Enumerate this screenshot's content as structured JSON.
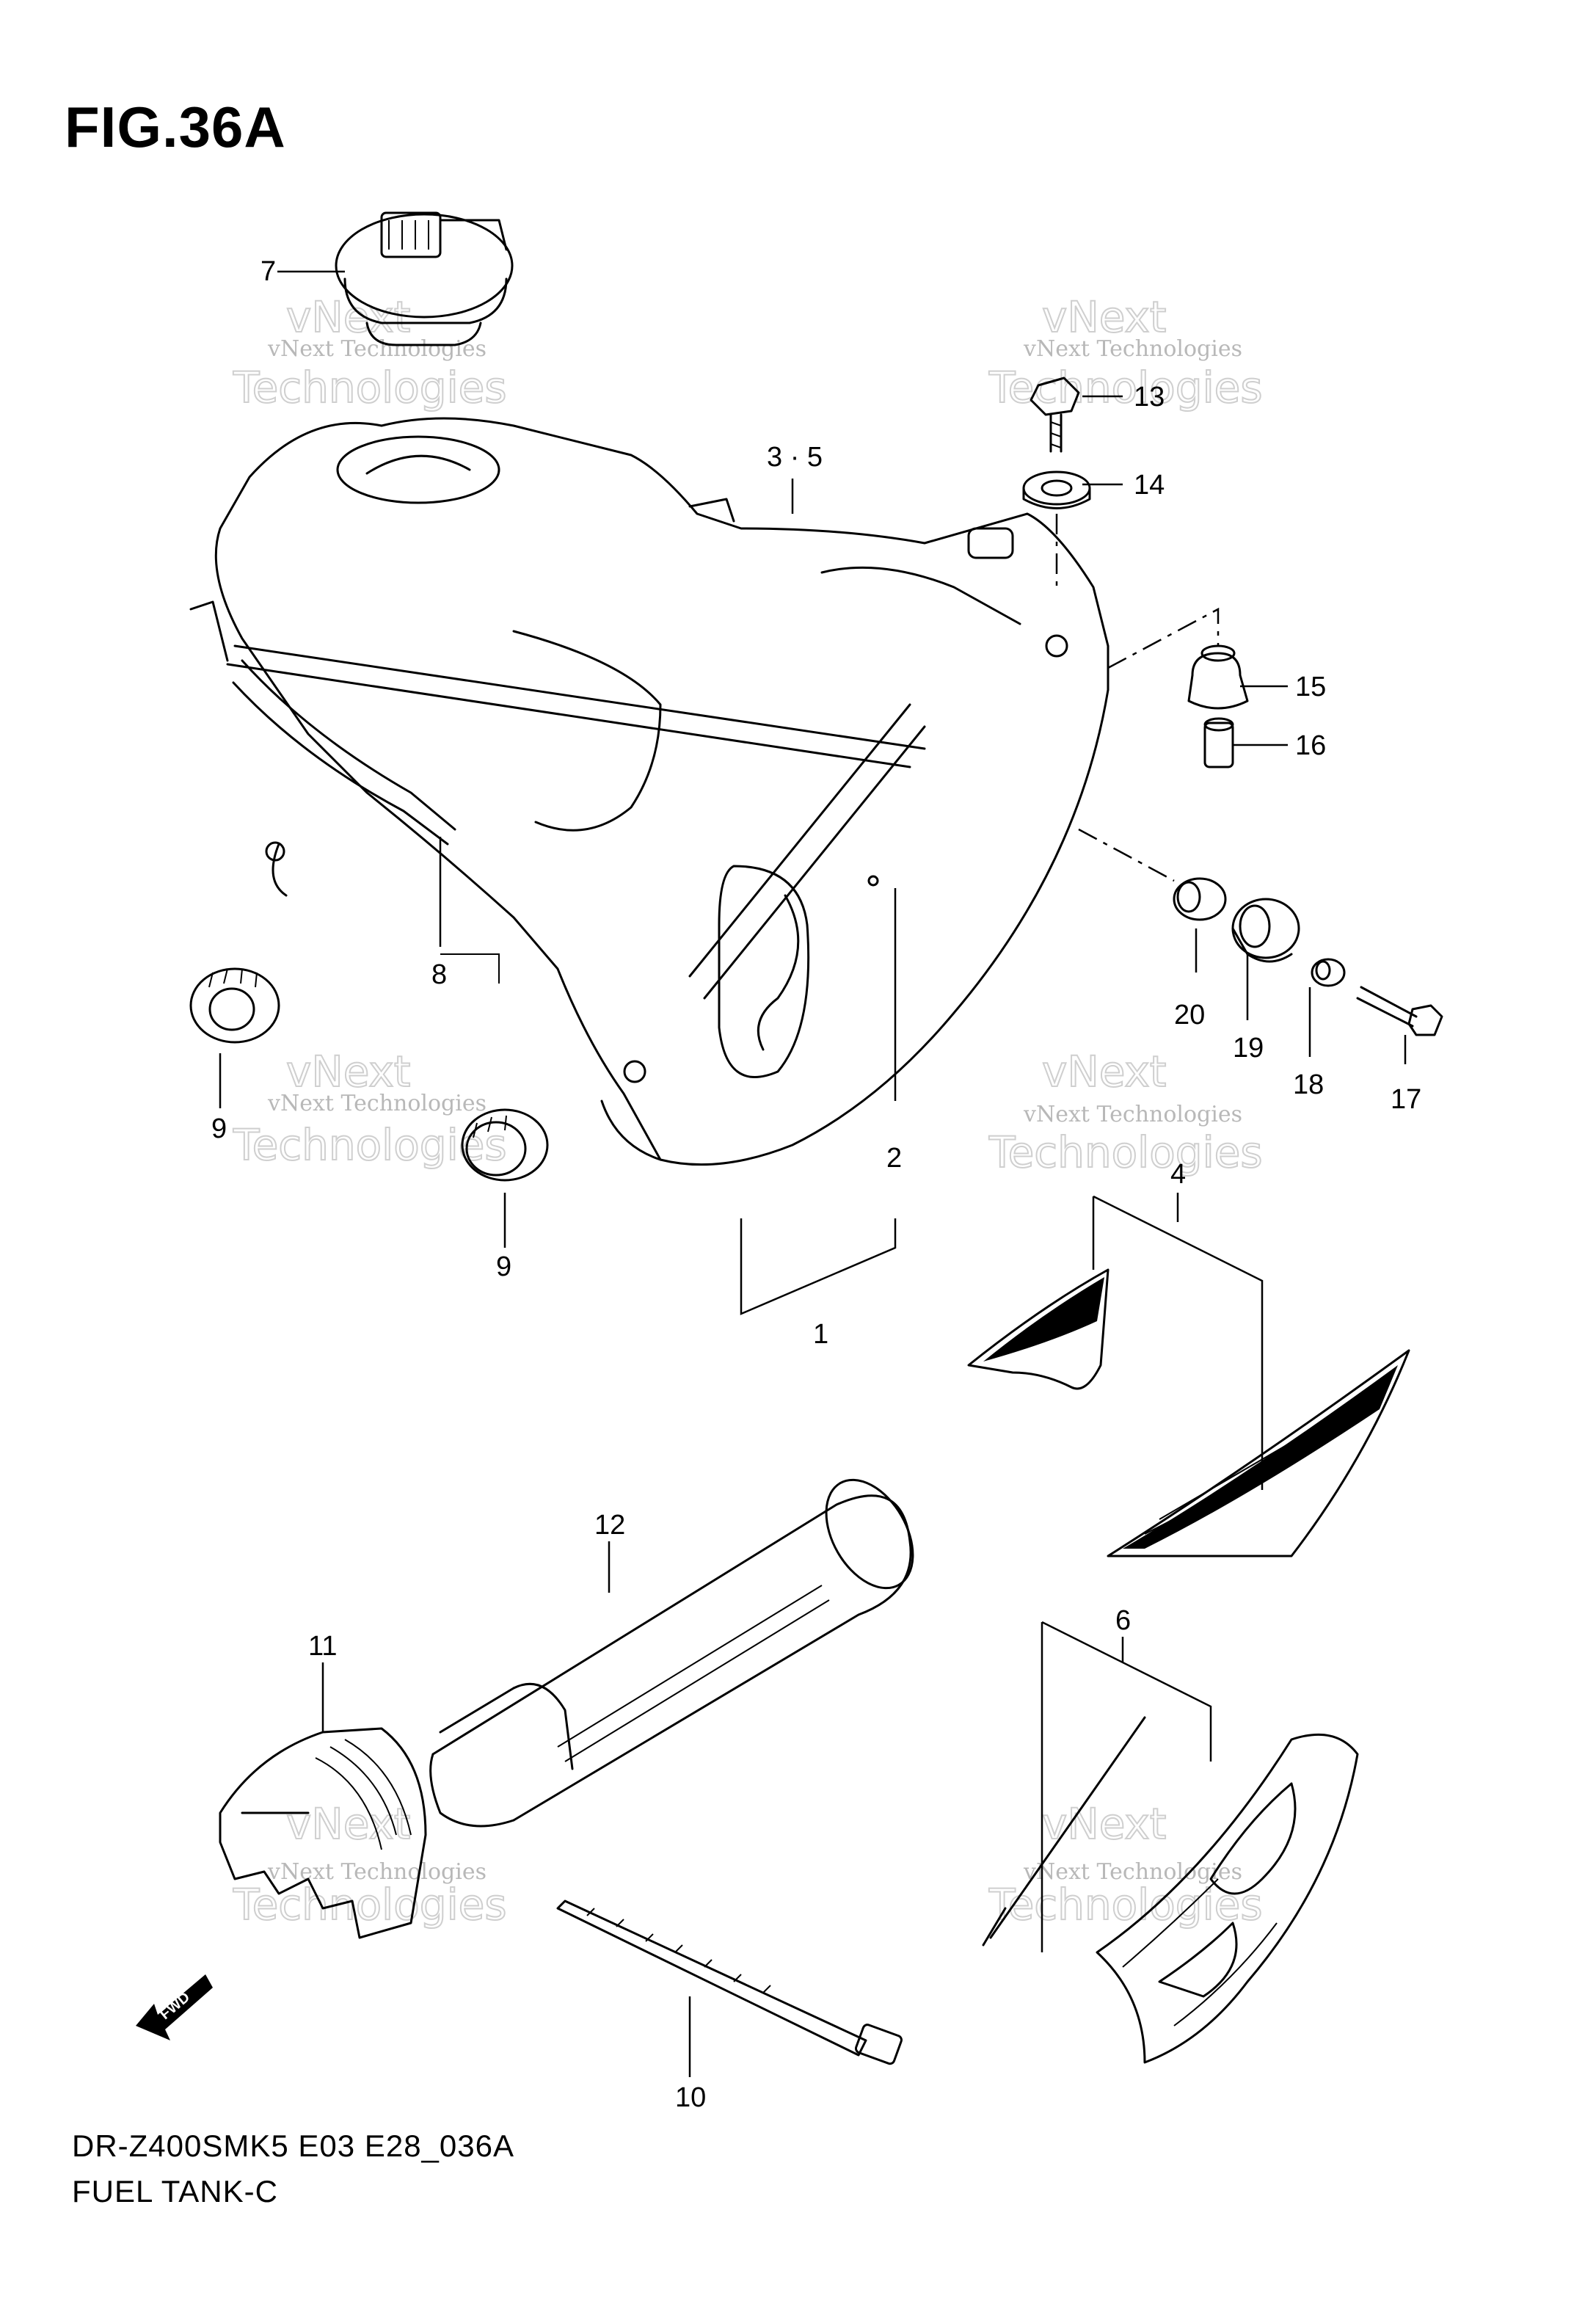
{
  "figure": {
    "title": "FIG.36A",
    "model_code": "DR-Z400SMK5 E03 E28_036A",
    "diagram_name": "FUEL TANK-C"
  },
  "callouts": [
    {
      "id": "c1",
      "label": "1"
    },
    {
      "id": "c2",
      "label": "2"
    },
    {
      "id": "c35",
      "label": "3 · 5"
    },
    {
      "id": "c4",
      "label": "4"
    },
    {
      "id": "c6",
      "label": "6"
    },
    {
      "id": "c7",
      "label": "7"
    },
    {
      "id": "c8",
      "label": "8"
    },
    {
      "id": "c9a",
      "label": "9"
    },
    {
      "id": "c9b",
      "label": "9"
    },
    {
      "id": "c10",
      "label": "10"
    },
    {
      "id": "c11",
      "label": "11"
    },
    {
      "id": "c12",
      "label": "12"
    },
    {
      "id": "c13",
      "label": "13"
    },
    {
      "id": "c14",
      "label": "14"
    },
    {
      "id": "c15",
      "label": "15"
    },
    {
      "id": "c16",
      "label": "16"
    },
    {
      "id": "c17",
      "label": "17"
    },
    {
      "id": "c18",
      "label": "18"
    },
    {
      "id": "c19",
      "label": "19"
    },
    {
      "id": "c20",
      "label": "20"
    }
  ],
  "watermark": {
    "small_text": "vNext Technologies",
    "big_top": "vNext",
    "big_bottom": "Technologies"
  },
  "fwd_arrow": {
    "label": "FWD"
  }
}
